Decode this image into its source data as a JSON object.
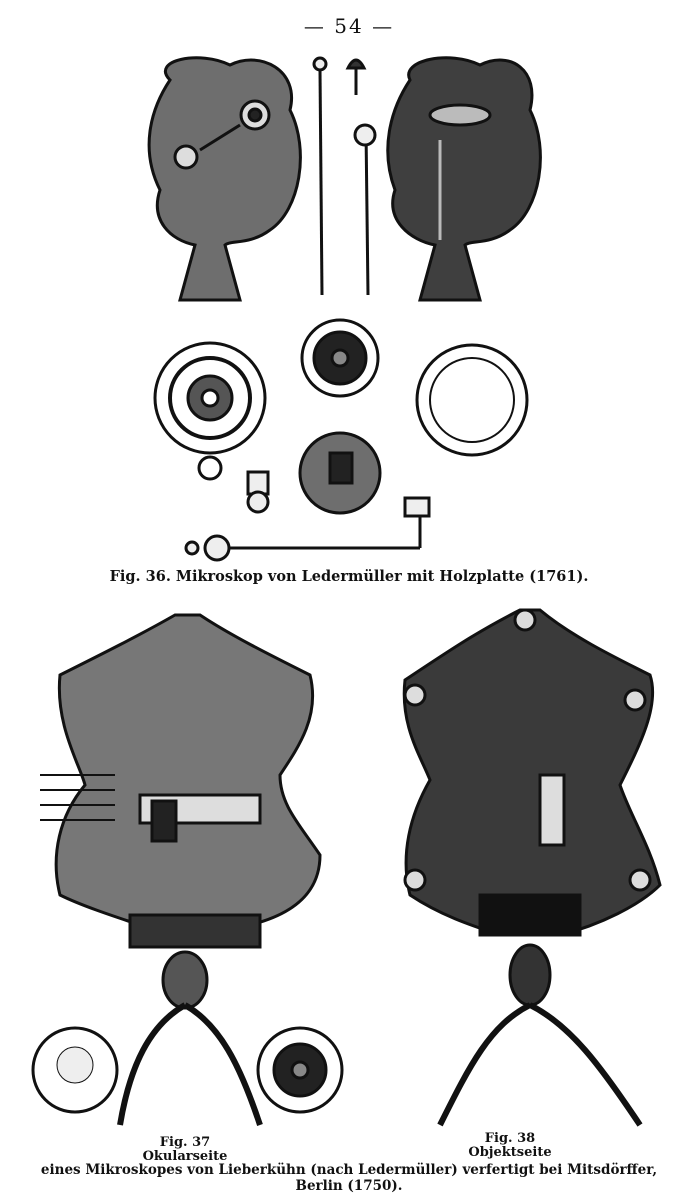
{
  "page": {
    "number": "— 54 —"
  },
  "figures": {
    "fig36": {
      "caption": "Fig. 36. Mikroskop von Ledermüller mit Holzplatte (1761)."
    },
    "fig37": {
      "label": "Fig. 37",
      "subtitle": "Okularseite"
    },
    "fig38": {
      "label": "Fig. 38",
      "subtitle": "Objektseite"
    },
    "shared_caption_line1": "eines Mikroskopes von Lieberkühn (nach Ledermüller) verfertigt bei Mitsdörffer,",
    "shared_caption_line2": "Berlin (1750)."
  },
  "colors": {
    "ink": "#111111",
    "plate": "#6e6e6e",
    "dark_plate": "#3a3a3a",
    "paper": "#ffffff"
  }
}
